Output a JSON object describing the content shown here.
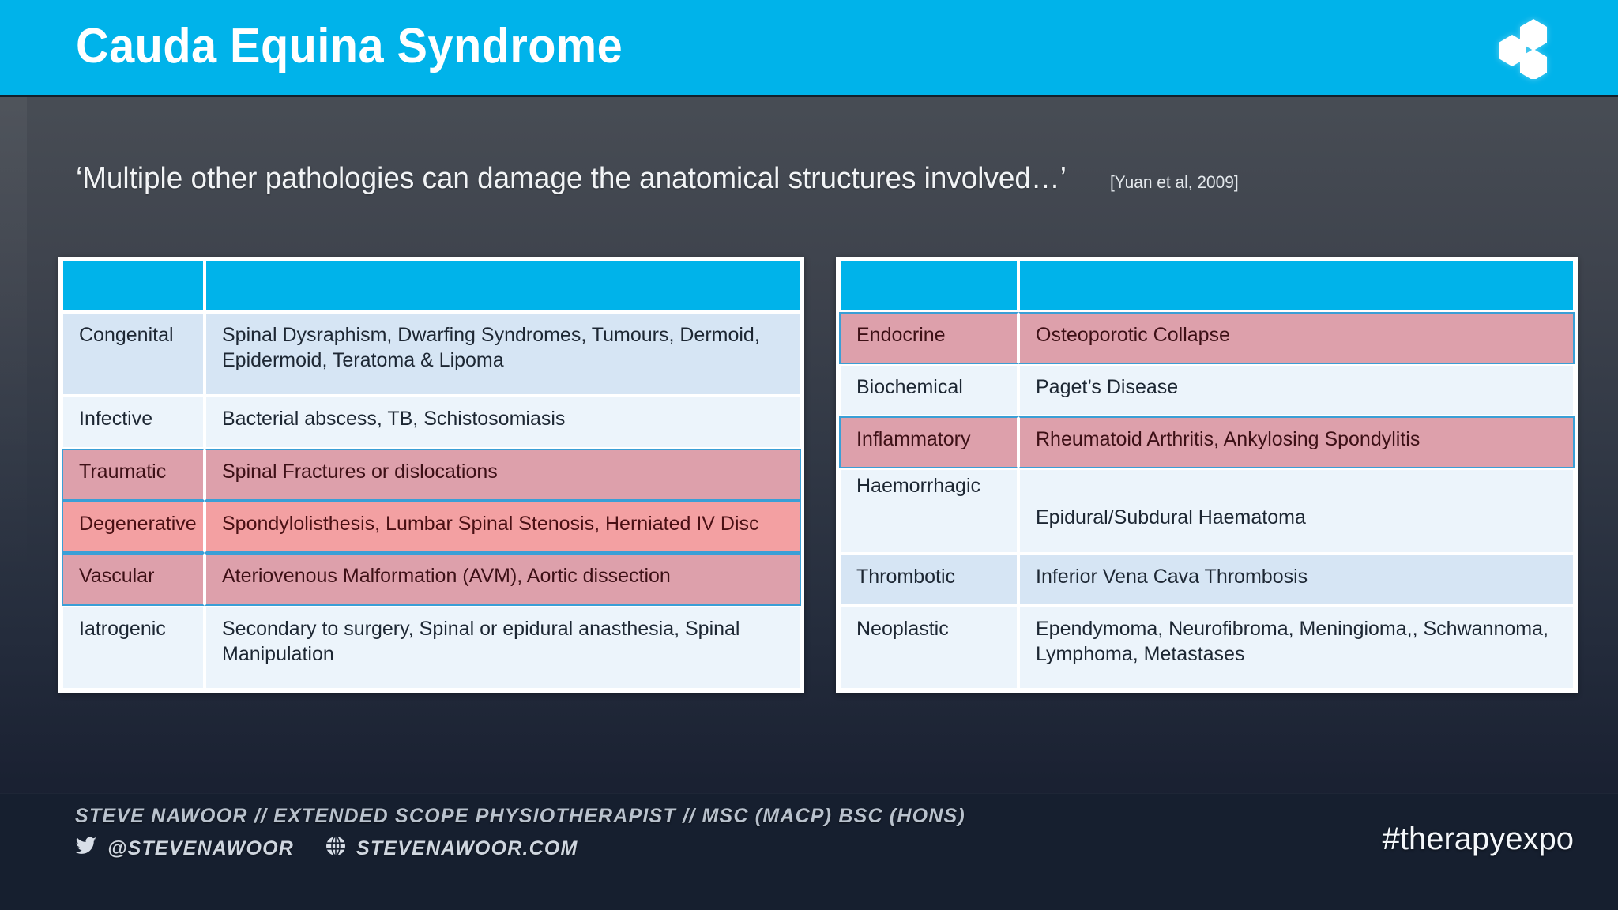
{
  "header": {
    "title": "Cauda Equina Syndrome",
    "bg_color": "#00b3ea",
    "logo_name": "hexagon-cluster-logo"
  },
  "quote": {
    "text": "‘Multiple other pathologies can damage the anatomical structures involved…’",
    "citation": "[Yuan et al, 2009]"
  },
  "tables": {
    "left": {
      "header": [
        "",
        ""
      ],
      "rows": [
        {
          "key": "Congenital",
          "value": "Spinal Dysraphism, Dwarfing Syndromes, Tumours, Dermoid, Epidermoid, Teratoma & Lipoma",
          "style": "band-b"
        },
        {
          "key": "Infective",
          "value": "Bacterial abscess, TB, Schistosomiasis",
          "style": "band-a"
        },
        {
          "key": "Traumatic",
          "value": "Spinal Fractures or dislocations",
          "style": "hl-dark"
        },
        {
          "key": "Degenerative",
          "value": "Spondylolisthesis, Lumbar Spinal Stenosis, Herniated IV Disc",
          "style": "hl-light"
        },
        {
          "key": "Vascular",
          "value": "Ateriovenous Malformation (AVM), Aortic dissection",
          "style": "hl-dark"
        },
        {
          "key": "Iatrogenic",
          "value": "Secondary to surgery, Spinal or epidural anasthesia, Spinal Manipulation",
          "style": "band-a"
        }
      ]
    },
    "right": {
      "header": [
        "",
        ""
      ],
      "rows": [
        {
          "key": "Endocrine",
          "value": "Osteoporotic Collapse",
          "style": "hl-dark"
        },
        {
          "key": "Biochemical",
          "value": "Paget’s Disease",
          "style": "band-a"
        },
        {
          "key": "Inflammatory",
          "value": "Rheumatoid Arthritis, Ankylosing Spondylitis",
          "style": "hl-dark"
        },
        {
          "key": "Haemorrhagic",
          "value": "Epidural/Subdural Haematoma",
          "style": "band-a"
        },
        {
          "key": "Thrombotic",
          "value": "Inferior Vena Cava Thrombosis",
          "style": "band-b"
        },
        {
          "key": "Neoplastic",
          "value": "Ependymoma, Neurofibroma, Meningioma,, Schwannoma, Lymphoma, Metastases",
          "style": "band-a"
        }
      ]
    }
  },
  "footer": {
    "credits": "STEVE NAWOOR  //  EXTENDED SCOPE PHYSIOTHERAPIST  //  MSC (MACP) BSC (HONS)",
    "twitter_handle": "@STEVENAWOOR",
    "website": "STEVENAWOOR.COM",
    "hashtag": "#therapyexpo"
  },
  "colors": {
    "accent_cyan": "#00b3ea",
    "highlight_pink_dark": "#dda0ab",
    "highlight_pink_light": "#f3a0a2",
    "row_light": "#ecf4fb",
    "row_alt": "#d6e5f4",
    "highlight_outline": "#3a9fd6"
  }
}
